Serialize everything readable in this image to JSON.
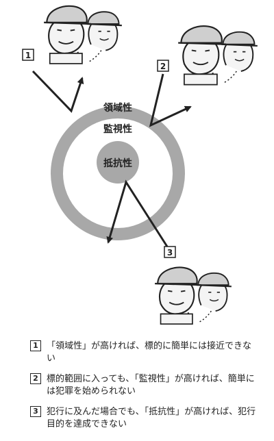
{
  "rings": {
    "outer_label": "領域性",
    "middle_label": "監視性",
    "inner_label": "抵抗性"
  },
  "markers": [
    "1",
    "2",
    "3"
  ],
  "legend": [
    {
      "num": "1",
      "text": "「領域性」が高ければ、標的に簡単には接近できない"
    },
    {
      "num": "2",
      "text": "標的範囲に入っても、「監視性」が高ければ、簡単には犯罪を始められない"
    },
    {
      "num": "3",
      "text": "犯行に及んだ場合でも、「抵抗性」が高ければ、犯行目的を達成できない"
    }
  ],
  "colors": {
    "outer_ring": "#a8a8a8",
    "middle_ring": "#ffffff",
    "inner_circle": "#a8a8a8",
    "line": "#222222",
    "skin": "#f4f4f4",
    "cap": "#cfcfcf"
  },
  "icons": [
    "two-people-icon",
    "two-people-icon",
    "two-people-icon"
  ]
}
